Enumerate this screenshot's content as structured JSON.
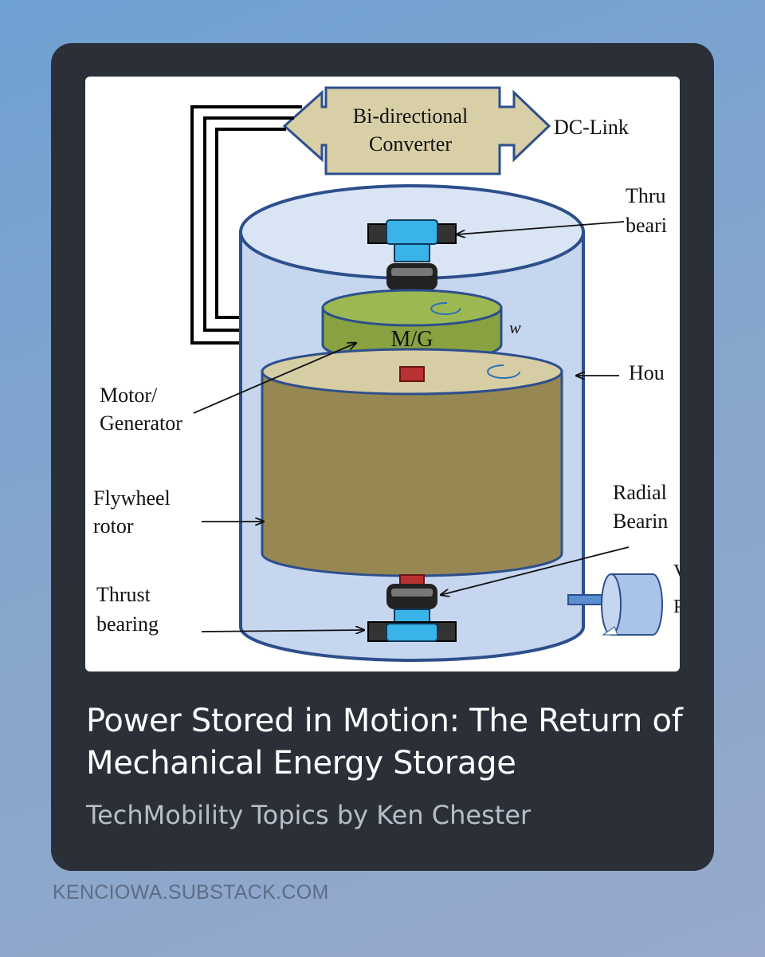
{
  "card": {
    "title": "Power Stored in Motion: The Return of Mechanical Energy Storage",
    "subtitle": "TechMobility Topics by Ken Chester"
  },
  "footer": {
    "domain": "KENCIOWA.SUBSTACK.COM"
  },
  "diagram": {
    "converter_line1": "Bi-directional",
    "converter_line2": "Converter",
    "dc_link": "DC-Link",
    "mg": "M/G",
    "omega": "w",
    "thrust_top_1": "Thru",
    "thrust_top_2": "beari",
    "housing": "Hou",
    "motor_1": "Motor/",
    "motor_2": "Generator",
    "flywheel_1": "Flywheel",
    "flywheel_2": "rotor",
    "radial_1": "Radial",
    "radial_2": "Bearin",
    "thrust_bottom_1": "Thrust",
    "thrust_bottom_2": "bearing",
    "pump_1": "V",
    "pump_2": "P"
  },
  "colors": {
    "card_bg": "#2b3038",
    "housing_fill": "#c6d6ef",
    "housing_stroke": "#2d4f8c",
    "rotor_fill": "#978853",
    "mg_fill": "#87a23f",
    "converter_fill": "#d8cfa6"
  }
}
